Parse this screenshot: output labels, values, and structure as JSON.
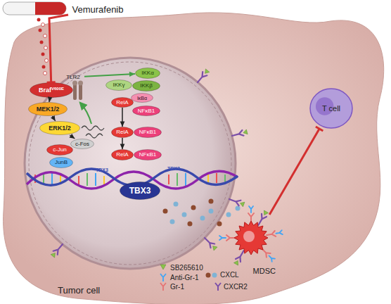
{
  "diagram": {
    "nodes": [
      {
        "text": [
          "Vemurafenib"
        ]
      },
      {
        "text": [
          "Tumor cell"
        ]
      },
      {
        "text": [
          "TLR2"
        ],
        "in": 1
      },
      {
        "text": [
          "IKKα"
        ],
        "in": 1
      },
      {
        "text": [
          "IKKγ"
        ],
        "in": 1
      },
      {
        "text": [
          "IKKβ"
        ],
        "in": 1
      },
      {
        "text": [
          "RelA"
        ],
        "in": 1
      },
      {
        "text": [
          "IκBα"
        ],
        "in": 1
      },
      {
        "text": [
          "NFκB1"
        ],
        "in": 1
      },
      {
        "text": [
          "RelA"
        ],
        "in": 1
      },
      {
        "text": [
          "NFκB1"
        ],
        "in": 1
      },
      {
        "text": [
          "RelA"
        ],
        "in": 1
      },
      {
        "text": [
          "NFκB1"
        ],
        "in": 1
      },
      {
        "text": [
          "Braf",
          "V600E"
        ],
        "in": 1
      },
      {
        "text": [
          "MEK1/2"
        ],
        "in": 1
      },
      {
        "text": [
          "ERK1/2"
        ],
        "in": 1
      },
      {
        "text": [
          "c-Fos"
        ],
        "in": 1
      },
      {
        "text": [
          "c-Jun"
        ],
        "in": 1
      },
      {
        "text": [
          "JunB"
        ],
        "in": 1
      },
      {
        "text": [
          "TBX3"
        ],
        "in": 1
      },
      {
        "text": [
          "MDSC"
        ]
      },
      {
        "text": [
          "T cell"
        ]
      }
    ],
    "edges": [
      {
        "from": 0,
        "to": 13,
        "arrow": "to"
      },
      {
        "from": 13,
        "to": 14,
        "arrow": "to"
      },
      {
        "from": 14,
        "to": 15,
        "arrow": "to"
      },
      {
        "from": 15,
        "to": 16,
        "arrow": "to"
      },
      {
        "from": 2,
        "to": 3,
        "arrow": "to"
      },
      {
        "from": 6,
        "to": 9,
        "arrow": "to"
      },
      {
        "from": 9,
        "to": 11,
        "arrow": "to"
      },
      {
        "from": 20,
        "to": 21,
        "arrow": "to"
      }
    ],
    "labels": [
      "TBX3",
      "TBX3"
    ],
    "legend": [
      {
        "text": "SB265610"
      },
      {
        "text": "Anti-Gr-1"
      },
      {
        "text": "Gr-1"
      },
      {
        "text": "CXCL"
      },
      {
        "text": "CXCR2"
      }
    ]
  }
}
